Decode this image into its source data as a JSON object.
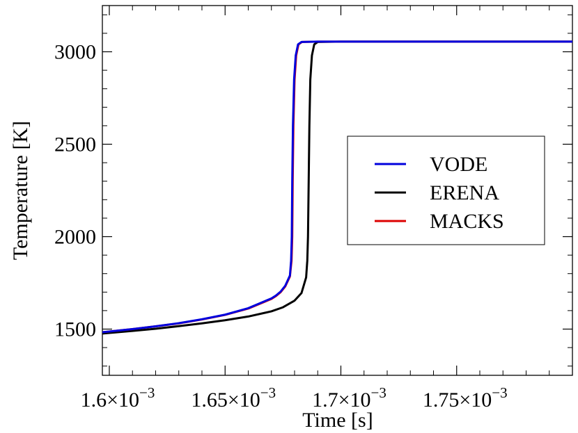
{
  "chart_data": {
    "type": "line",
    "title": "",
    "xlabel": "Time [s]",
    "ylabel": "Temperature [K]",
    "xlim": [
      0.001597,
      0.0018
    ],
    "ylim": [
      1250,
      3250
    ],
    "x_ticks": [
      {
        "value": 0.0016,
        "mantissa": "1.6×10",
        "exp": "−3"
      },
      {
        "value": 0.00165,
        "mantissa": "1.65×10",
        "exp": "−3"
      },
      {
        "value": 0.0017,
        "mantissa": "1.7×10",
        "exp": "−3"
      },
      {
        "value": 0.00175,
        "mantissa": "1.75×10",
        "exp": "−3"
      }
    ],
    "y_ticks": [
      {
        "value": 1500,
        "label": "1500"
      },
      {
        "value": 2000,
        "label": "2000"
      },
      {
        "value": 2500,
        "label": "2500"
      },
      {
        "value": 3000,
        "label": "3000"
      }
    ],
    "grid": false,
    "legend": {
      "position": "center-right"
    },
    "series": [
      {
        "name": "VODE",
        "color": "#0000dd",
        "points": [
          [
            0.001597,
            1483
          ],
          [
            0.00161,
            1500
          ],
          [
            0.00162,
            1515
          ],
          [
            0.00163,
            1532
          ],
          [
            0.00164,
            1553
          ],
          [
            0.00165,
            1578
          ],
          [
            0.00166,
            1613
          ],
          [
            0.00167,
            1666
          ],
          [
            0.001672,
            1682
          ],
          [
            0.001674,
            1703
          ],
          [
            0.001676,
            1735
          ],
          [
            0.001678,
            1790
          ],
          [
            0.0016785,
            1870
          ],
          [
            0.0016788,
            2000
          ],
          [
            0.001679,
            2300
          ],
          [
            0.0016793,
            2600
          ],
          [
            0.0016798,
            2850
          ],
          [
            0.0016805,
            2980
          ],
          [
            0.0016815,
            3040
          ],
          [
            0.001683,
            3053
          ],
          [
            0.00169,
            3055
          ],
          [
            0.0018,
            3055
          ]
        ]
      },
      {
        "name": "ERENA",
        "color": "#000000",
        "points": [
          [
            0.001597,
            1476
          ],
          [
            0.00161,
            1490
          ],
          [
            0.00162,
            1502
          ],
          [
            0.00163,
            1516
          ],
          [
            0.00164,
            1531
          ],
          [
            0.00165,
            1548
          ],
          [
            0.00166,
            1568
          ],
          [
            0.00167,
            1596
          ],
          [
            0.001675,
            1618
          ],
          [
            0.00168,
            1654
          ],
          [
            0.001683,
            1695
          ],
          [
            0.001685,
            1780
          ],
          [
            0.0016855,
            1870
          ],
          [
            0.0016858,
            2000
          ],
          [
            0.0016861,
            2300
          ],
          [
            0.0016864,
            2600
          ],
          [
            0.0016868,
            2850
          ],
          [
            0.0016875,
            2980
          ],
          [
            0.0016885,
            3040
          ],
          [
            0.00169,
            3053
          ],
          [
            0.0017,
            3055
          ],
          [
            0.0018,
            3055
          ]
        ]
      },
      {
        "name": "MACKS",
        "color": "#dd0000",
        "points": [
          [
            0.001597,
            1483
          ],
          [
            0.00161,
            1500
          ],
          [
            0.00162,
            1515
          ],
          [
            0.00163,
            1531
          ],
          [
            0.00164,
            1552
          ],
          [
            0.00165,
            1577
          ],
          [
            0.00166,
            1611
          ],
          [
            0.00167,
            1663
          ],
          [
            0.001672,
            1679
          ],
          [
            0.001674,
            1700
          ],
          [
            0.001676,
            1731
          ],
          [
            0.001678,
            1785
          ],
          [
            0.0016787,
            1870
          ],
          [
            0.001679,
            2000
          ],
          [
            0.0016792,
            2300
          ],
          [
            0.0016795,
            2600
          ],
          [
            0.00168,
            2850
          ],
          [
            0.0016807,
            2980
          ],
          [
            0.0016817,
            3040
          ],
          [
            0.0016832,
            3053
          ],
          [
            0.00169,
            3055
          ],
          [
            0.0018,
            3055
          ]
        ]
      }
    ]
  }
}
